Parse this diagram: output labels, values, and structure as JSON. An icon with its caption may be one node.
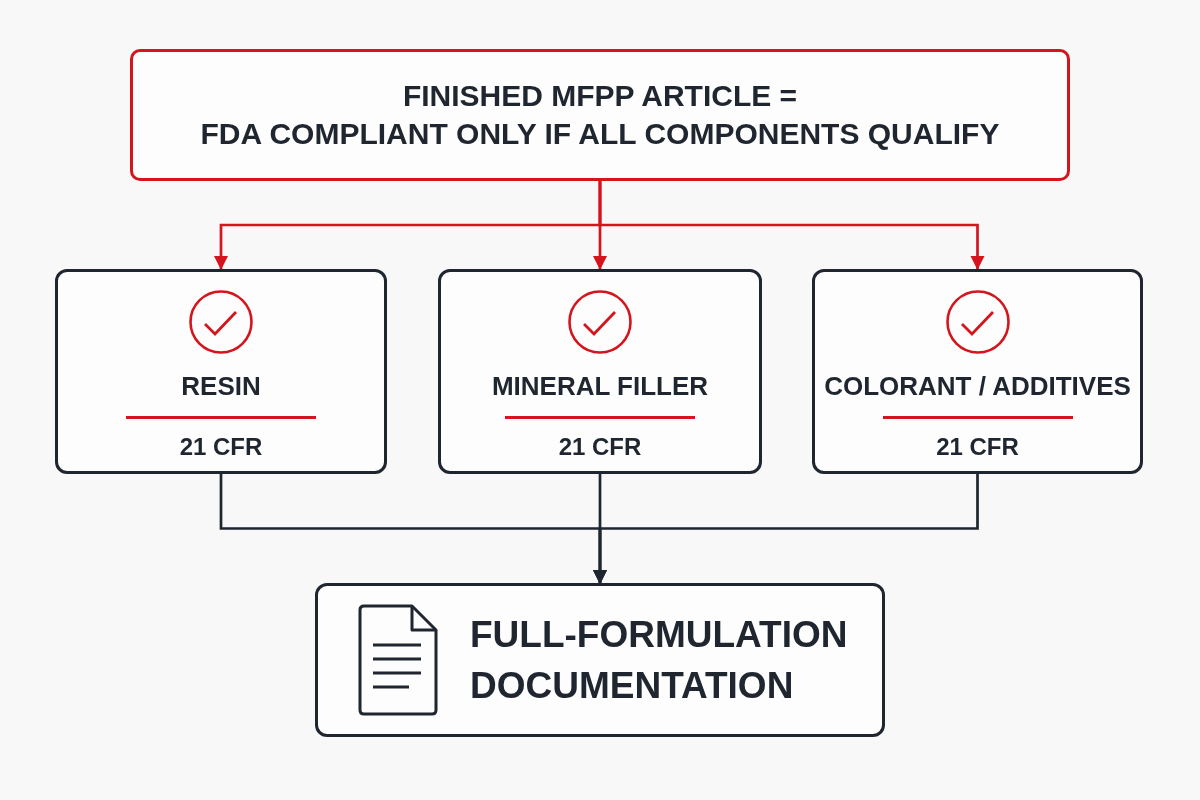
{
  "diagram": {
    "nodes": [
      {
        "text": [
          "FINISHED MFPP ARTICLE =",
          "FDA COMPLIANT ONLY IF ALL COMPONENTS QUALIFY"
        ]
      },
      {
        "text": [
          "RESIN",
          "21 CFR"
        ]
      },
      {
        "text": [
          "MINERAL FILLER",
          "21 CFR"
        ]
      },
      {
        "text": [
          "COLORANT / ADDITIVES",
          "21 CFR"
        ]
      },
      {
        "text": [
          "FULL-FORMULATION DOCUMENTATION"
        ]
      }
    ],
    "edges": [
      {
        "from": 0,
        "to": 1,
        "arrow": "to",
        "color": "#d4151d"
      },
      {
        "from": 0,
        "to": 2,
        "arrow": "to",
        "color": "#d4151d"
      },
      {
        "from": 0,
        "to": 3,
        "arrow": "to",
        "color": "#d4151d"
      },
      {
        "from": 1,
        "to": 4,
        "arrow": "to",
        "color": "#1f2630"
      },
      {
        "from": 2,
        "to": 4,
        "arrow": "to",
        "color": "#1f2630"
      },
      {
        "from": 3,
        "to": 4,
        "arrow": "to",
        "color": "#1f2630"
      }
    ]
  }
}
